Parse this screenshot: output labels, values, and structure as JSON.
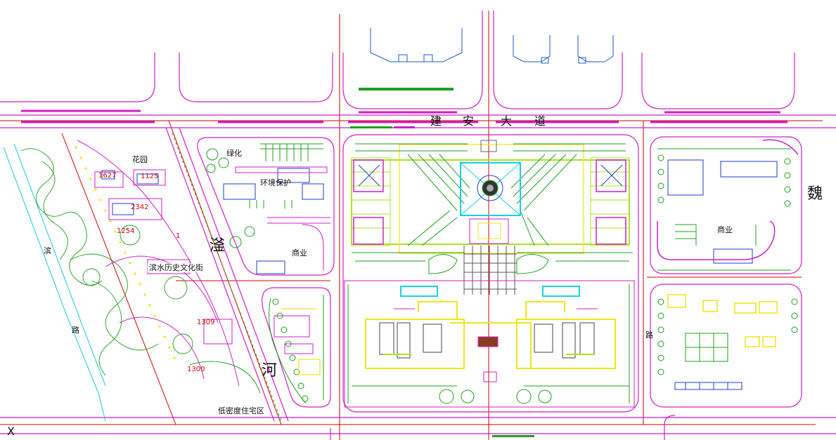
{
  "labels": {
    "jianan_road": [
      "建",
      "安",
      "大",
      "道"
    ],
    "river_left": "滏",
    "river_right": "河",
    "wei": "魏",
    "wenhua_street": "滨水历史文化街",
    "garden": "花园",
    "green": "绿化",
    "huanxingbaofang": "环境保护",
    "shangye_left": "商业",
    "shangye_right": "商业",
    "low_density": "低密度住宅区",
    "lane_1": "滨",
    "lane_2": "路",
    "corner_mark": "X",
    "quan": "路"
  },
  "numbers": {
    "n1": "1627",
    "n2": "1125",
    "n3": "2342",
    "n4": "1254",
    "n5": "1",
    "n6": "1309",
    "n7": "1300"
  },
  "colors": {
    "road": "#d21ec8",
    "red_line": "#d40000",
    "green": "#1ea01e",
    "lime": "#a8e61e",
    "yellow": "#f0e614",
    "cyan": "#14d2e6",
    "blue": "#1e3cd2"
  }
}
